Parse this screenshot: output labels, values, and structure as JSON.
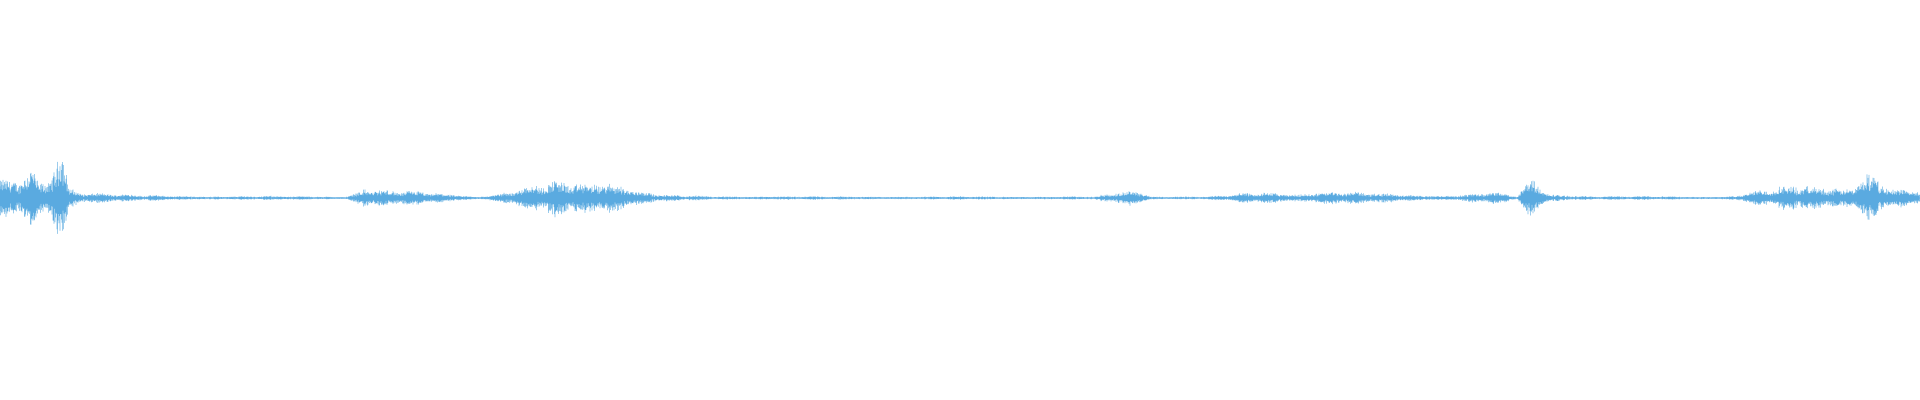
{
  "waveform": {
    "color": "#5aaae0",
    "background": "#ffffff",
    "peak_amplitude_profile": [
      {
        "t": 0.0,
        "a": 0.18
      },
      {
        "t": 0.004,
        "a": 0.12
      },
      {
        "t": 0.01,
        "a": 0.08
      },
      {
        "t": 0.016,
        "a": 0.3
      },
      {
        "t": 0.02,
        "a": 0.1
      },
      {
        "t": 0.026,
        "a": 0.12
      },
      {
        "t": 0.032,
        "a": 0.5
      },
      {
        "t": 0.036,
        "a": 0.1
      },
      {
        "t": 0.042,
        "a": 0.04
      },
      {
        "t": 0.055,
        "a": 0.03
      },
      {
        "t": 0.07,
        "a": 0.02
      },
      {
        "t": 0.09,
        "a": 0.015
      },
      {
        "t": 0.12,
        "a": 0.012
      },
      {
        "t": 0.15,
        "a": 0.012
      },
      {
        "t": 0.18,
        "a": 0.01
      },
      {
        "t": 0.19,
        "a": 0.07
      },
      {
        "t": 0.2,
        "a": 0.05
      },
      {
        "t": 0.22,
        "a": 0.04
      },
      {
        "t": 0.24,
        "a": 0.02
      },
      {
        "t": 0.25,
        "a": 0.012
      },
      {
        "t": 0.26,
        "a": 0.03
      },
      {
        "t": 0.275,
        "a": 0.08
      },
      {
        "t": 0.29,
        "a": 0.11
      },
      {
        "t": 0.305,
        "a": 0.1
      },
      {
        "t": 0.32,
        "a": 0.14
      },
      {
        "t": 0.33,
        "a": 0.06
      },
      {
        "t": 0.345,
        "a": 0.02
      },
      {
        "t": 0.37,
        "a": 0.012
      },
      {
        "t": 0.4,
        "a": 0.012
      },
      {
        "t": 0.43,
        "a": 0.01
      },
      {
        "t": 0.46,
        "a": 0.01
      },
      {
        "t": 0.5,
        "a": 0.01
      },
      {
        "t": 0.54,
        "a": 0.01
      },
      {
        "t": 0.57,
        "a": 0.01
      },
      {
        "t": 0.592,
        "a": 0.06
      },
      {
        "t": 0.6,
        "a": 0.012
      },
      {
        "t": 0.63,
        "a": 0.01
      },
      {
        "t": 0.658,
        "a": 0.04
      },
      {
        "t": 0.67,
        "a": 0.03
      },
      {
        "t": 0.684,
        "a": 0.04
      },
      {
        "t": 0.7,
        "a": 0.04
      },
      {
        "t": 0.72,
        "a": 0.03
      },
      {
        "t": 0.74,
        "a": 0.02
      },
      {
        "t": 0.76,
        "a": 0.02
      },
      {
        "t": 0.778,
        "a": 0.04
      },
      {
        "t": 0.79,
        "a": 0.012
      },
      {
        "t": 0.798,
        "a": 0.14
      },
      {
        "t": 0.806,
        "a": 0.03
      },
      {
        "t": 0.83,
        "a": 0.012
      },
      {
        "t": 0.86,
        "a": 0.012
      },
      {
        "t": 0.9,
        "a": 0.01
      },
      {
        "t": 0.922,
        "a": 0.06
      },
      {
        "t": 0.935,
        "a": 0.08
      },
      {
        "t": 0.95,
        "a": 0.08
      },
      {
        "t": 0.965,
        "a": 0.09
      },
      {
        "t": 0.972,
        "a": 0.18
      },
      {
        "t": 0.985,
        "a": 0.06
      },
      {
        "t": 1.0,
        "a": 0.05
      }
    ]
  }
}
